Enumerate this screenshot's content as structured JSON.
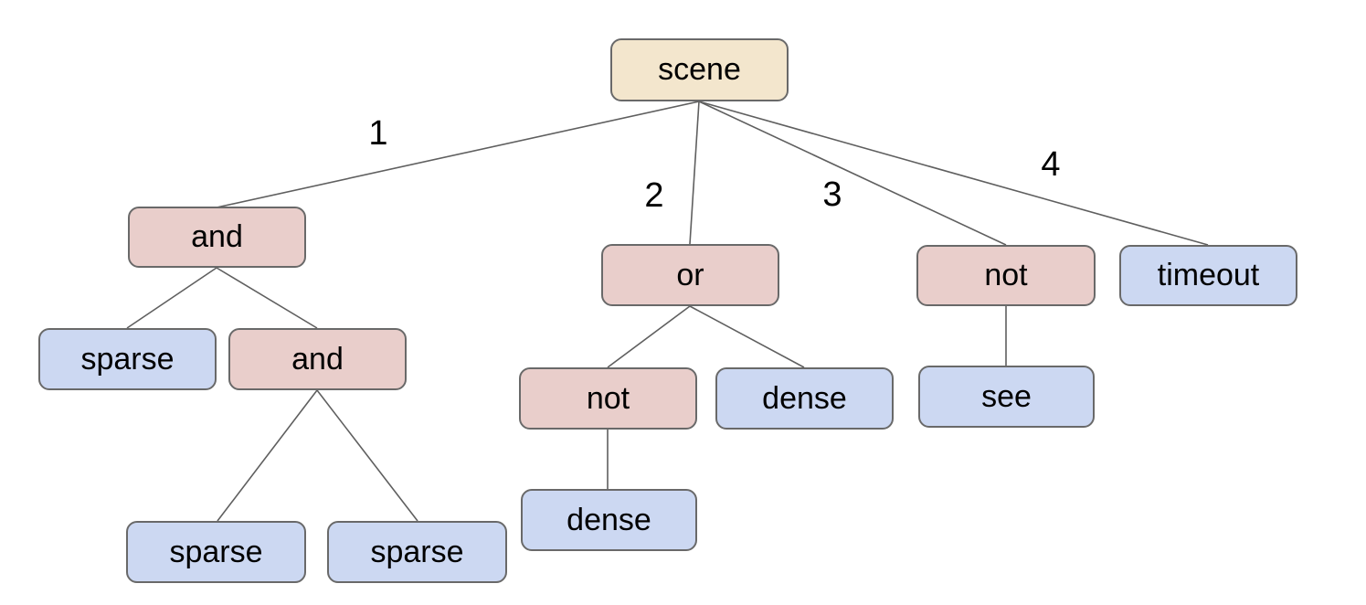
{
  "diagram": {
    "colors": {
      "background": "#ffffff",
      "root_fill": "#f3e6cd",
      "operator_fill": "#e9cecb",
      "leaf_fill": "#ccd8f2",
      "border": "#696969",
      "edge": "#5f5f5f",
      "text": "#000000"
    },
    "nodes": [
      {
        "id": "scene",
        "label": "scene",
        "type": "root"
      },
      {
        "id": "and-1",
        "label": "and",
        "type": "operator"
      },
      {
        "id": "or-1",
        "label": "or",
        "type": "operator"
      },
      {
        "id": "not-1",
        "label": "not",
        "type": "operator"
      },
      {
        "id": "timeout-1",
        "label": "timeout",
        "type": "leaf"
      },
      {
        "id": "sparse-1",
        "label": "sparse",
        "type": "leaf"
      },
      {
        "id": "and-2",
        "label": "and",
        "type": "operator"
      },
      {
        "id": "not-2",
        "label": "not",
        "type": "operator"
      },
      {
        "id": "dense-1",
        "label": "dense",
        "type": "leaf"
      },
      {
        "id": "see-1",
        "label": "see",
        "type": "leaf"
      },
      {
        "id": "dense-2",
        "label": "dense",
        "type": "leaf"
      },
      {
        "id": "sparse-2",
        "label": "sparse",
        "type": "leaf"
      },
      {
        "id": "sparse-3",
        "label": "sparse",
        "type": "leaf"
      }
    ],
    "edges": [
      {
        "from": "scene",
        "to": "and-1",
        "label": "1"
      },
      {
        "from": "scene",
        "to": "or-1",
        "label": "2"
      },
      {
        "from": "scene",
        "to": "not-1",
        "label": "3"
      },
      {
        "from": "scene",
        "to": "timeout-1",
        "label": "4"
      },
      {
        "from": "and-1",
        "to": "sparse-1"
      },
      {
        "from": "and-1",
        "to": "and-2"
      },
      {
        "from": "and-2",
        "to": "sparse-2"
      },
      {
        "from": "and-2",
        "to": "sparse-3"
      },
      {
        "from": "or-1",
        "to": "not-2"
      },
      {
        "from": "or-1",
        "to": "dense-1"
      },
      {
        "from": "not-1",
        "to": "see-1"
      },
      {
        "from": "not-2",
        "to": "dense-2"
      }
    ]
  }
}
